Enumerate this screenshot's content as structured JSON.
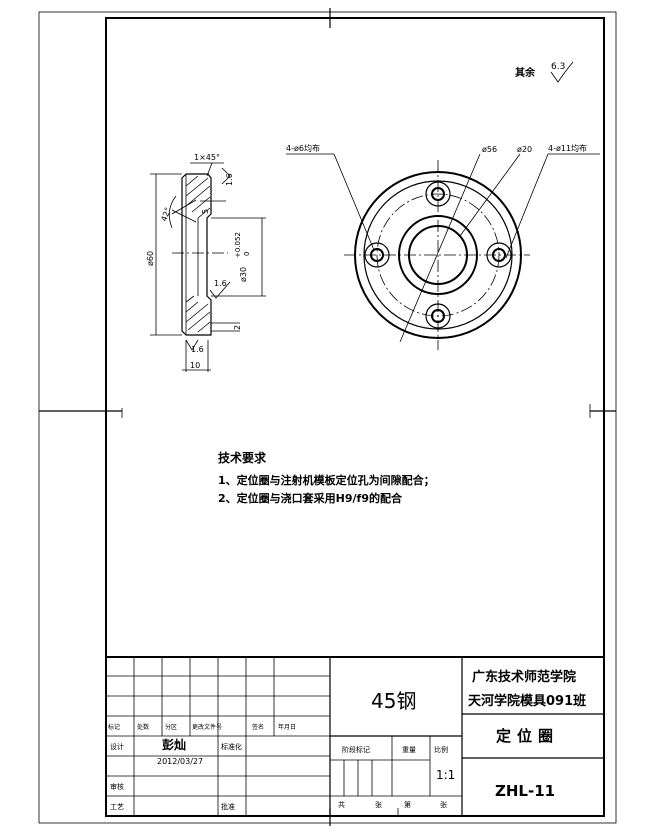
{
  "drawing": {
    "roughness": {
      "label": "其余",
      "value": "6.3"
    },
    "left_view": {
      "chamfer": "1×45°",
      "angle": "42°",
      "dims": [
        "1.6",
        "5",
        "1.6",
        "1.6",
        "2",
        "10"
      ],
      "diameter_60": "ø60",
      "diameter_30": "ø30",
      "tolerance_upper": "+0.052",
      "tolerance_lower": "0"
    },
    "front_view": {
      "holes_6": "4-ø6均布",
      "dia_56": "ø56",
      "dia_20": "ø20",
      "holes_11": "4-ø11均布"
    }
  },
  "requirements": {
    "title": "技术要求",
    "items": [
      "1、定位圈与注射机模板定位孔为间隙配合；",
      "2、定位圈与浇口套采用H9/f9的配合"
    ]
  },
  "title_block": {
    "material": "45钢",
    "school_line1": "广东技术师范学院",
    "school_line2": "天河学院模具091班",
    "part_name": "定位圈",
    "drawing_no": "ZHL-11",
    "scale": "1:1",
    "row_labels": {
      "mark": "标记",
      "count": "处数",
      "zone": "分区",
      "change_doc": "更改文件号",
      "sign": "签名",
      "date": "年月日"
    },
    "designer_label": "设计",
    "designer_name": "彭灿",
    "standard_label": "标准化",
    "design_date": "2012/03/27",
    "review_label": "审核",
    "process_label": "工艺",
    "approve_label": "批准",
    "stage_label": "阶段标记",
    "weight_label": "重量",
    "scale_label": "比例",
    "sheet_total": "共",
    "sheet_unit": "张",
    "sheet_no": "第",
    "sheet_unit2": "张"
  }
}
